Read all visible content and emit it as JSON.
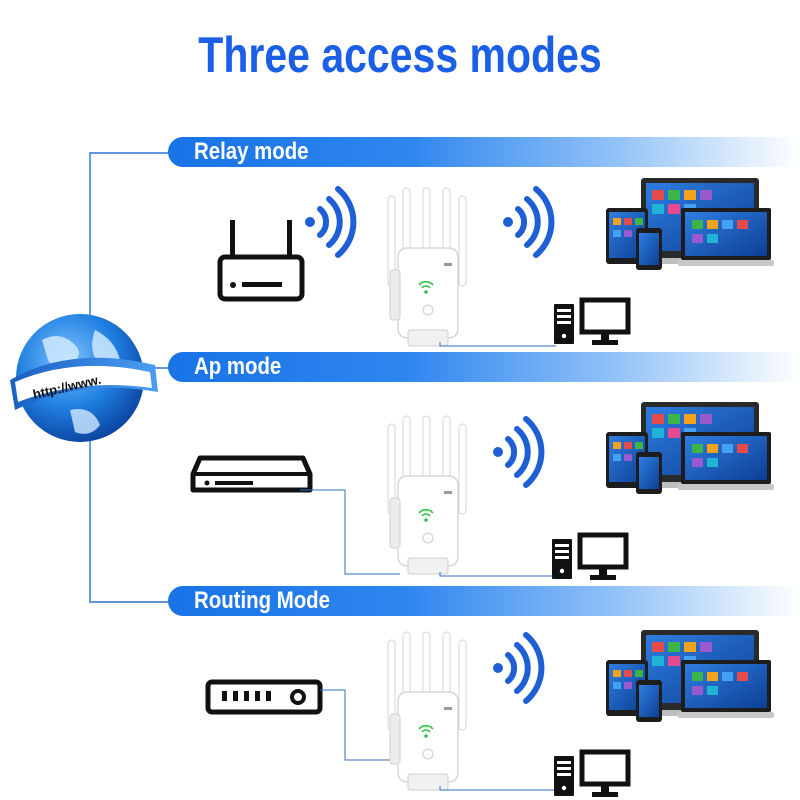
{
  "title": "Three access modes",
  "globe_label": "http://www.",
  "modes": [
    {
      "label": "Relay mode"
    },
    {
      "label": "Ap mode"
    },
    {
      "label": "Routing Mode"
    }
  ],
  "colors": {
    "title": "#1b5fe6",
    "banner": "#1873e6",
    "wifi": "#1f5fd6",
    "line": "#2b74d6",
    "device": "#111111",
    "led": "#33c24a"
  },
  "icons": [
    "globe-icon",
    "router-icon",
    "modem-icon",
    "switch-icon",
    "wifi-signal-icon",
    "range-extender-icon",
    "desktop-pc-icon",
    "multi-device-screens-icon"
  ]
}
